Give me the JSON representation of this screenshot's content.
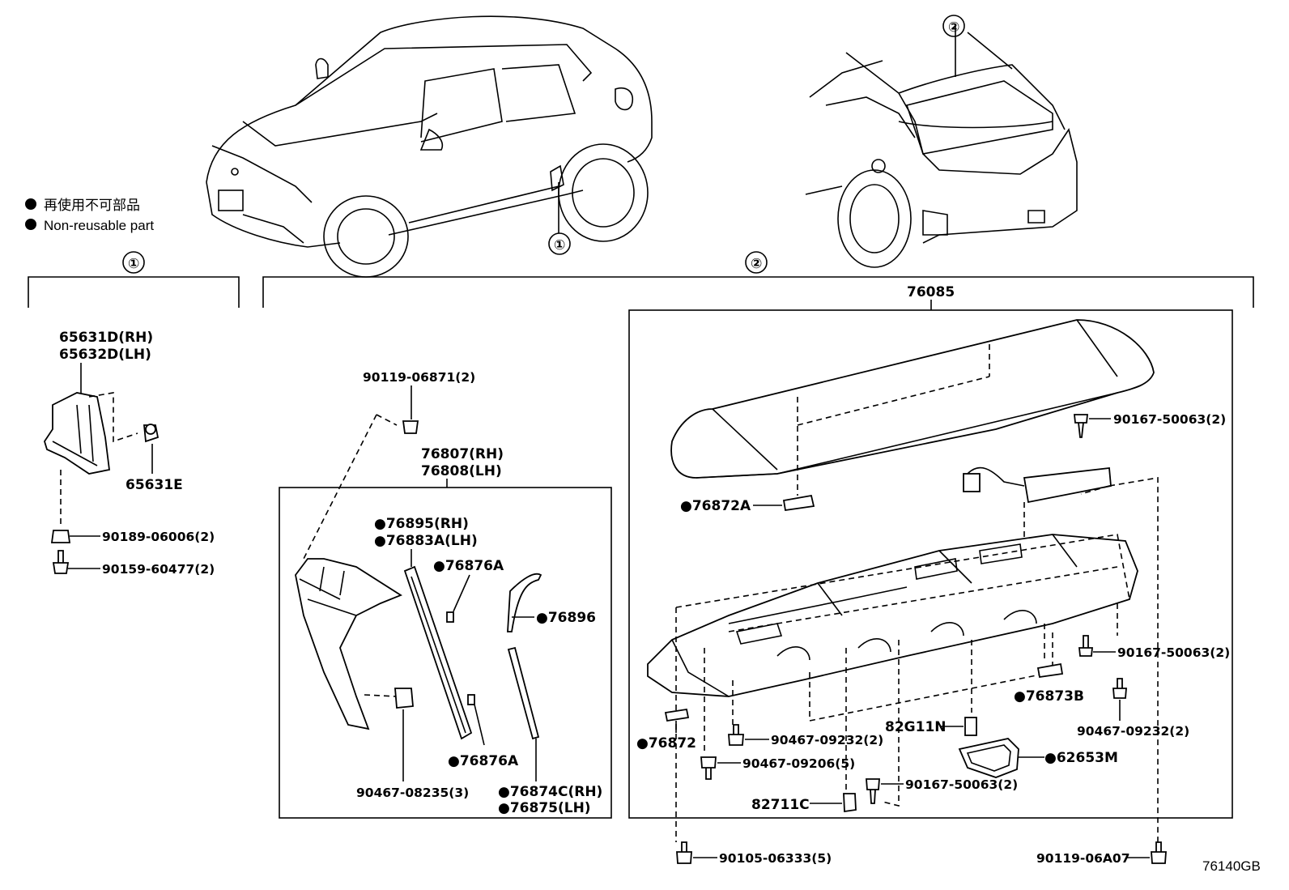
{
  "legend": {
    "symbol": "●",
    "line_jp": "再使用不可部品",
    "line_en": "Non-reusable part"
  },
  "callouts": {
    "c1": "①",
    "c2": "②"
  },
  "groups": {
    "g1": "①",
    "g2": "②",
    "assembly_76085": "76085"
  },
  "parts": {
    "p65631D": "65631D(RH)",
    "p65632D": "65632D(LH)",
    "p65631E": "65631E",
    "p90189": "90189-06006(2)",
    "p90159": "90159-60477(2)",
    "p90119_06871": "90119-06871(2)",
    "p76807": "76807(RH)",
    "p76808": "76808(LH)",
    "p76895": "●76895(RH)",
    "p76883A": "●76883A(LH)",
    "p76876A_top": "●76876A",
    "p76896": "●76896",
    "p76876A_bot": "●76876A",
    "p90467_08235": "90467-08235(3)",
    "p76874C": "●76874C(RH)",
    "p76875": "●76875(LH)",
    "p90167_top": "90167-50063(2)",
    "p76872A": "●76872A",
    "p90167_mid": "90167-50063(2)",
    "p76873B": "●76873B",
    "p90467_09232_r": "90467-09232(2)",
    "p82G11N": "82G11N",
    "p76872": "●76872",
    "p90467_09232_l": "90467-09232(2)",
    "p90467_09206": "90467-09206(5)",
    "p62653M": "●62653M",
    "p90167_bot": "90167-50063(2)",
    "p82711C": "82711C",
    "p90105": "90105-06333(5)",
    "p90119_06A07": "90119-06A07"
  },
  "diagram_code": "76140GB"
}
